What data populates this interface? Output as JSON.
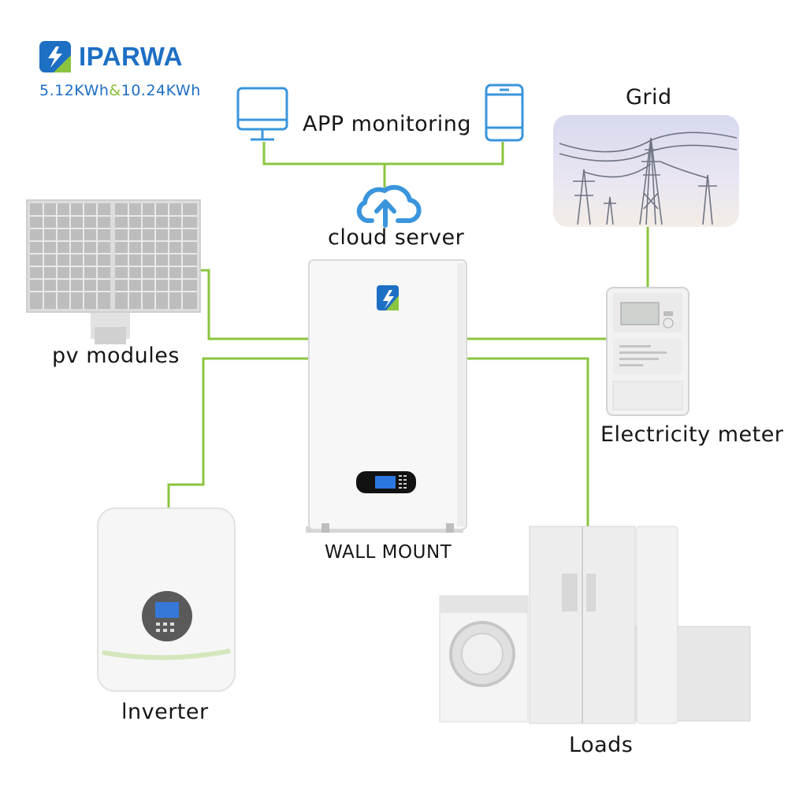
{
  "brand": {
    "name": "IPARWA",
    "logo_icon": "iparwa-bolt-logo"
  },
  "capacity": {
    "a": "5.12KWh",
    "sep": "&",
    "b": "10.24KWh"
  },
  "nodes": {
    "app_monitoring": "APP monitoring",
    "cloud_server": "cloud server",
    "grid": "Grid",
    "pv_modules": "pv modules",
    "electricity_meter": "Electricity meter",
    "wall_mount": "WALL MOUNT",
    "inverter": "lnverter",
    "loads": "Loads"
  },
  "colors": {
    "brand_blue": "#1d6fc4",
    "connector_green": "#8bc53f",
    "icon_blue": "#3a95dc"
  }
}
